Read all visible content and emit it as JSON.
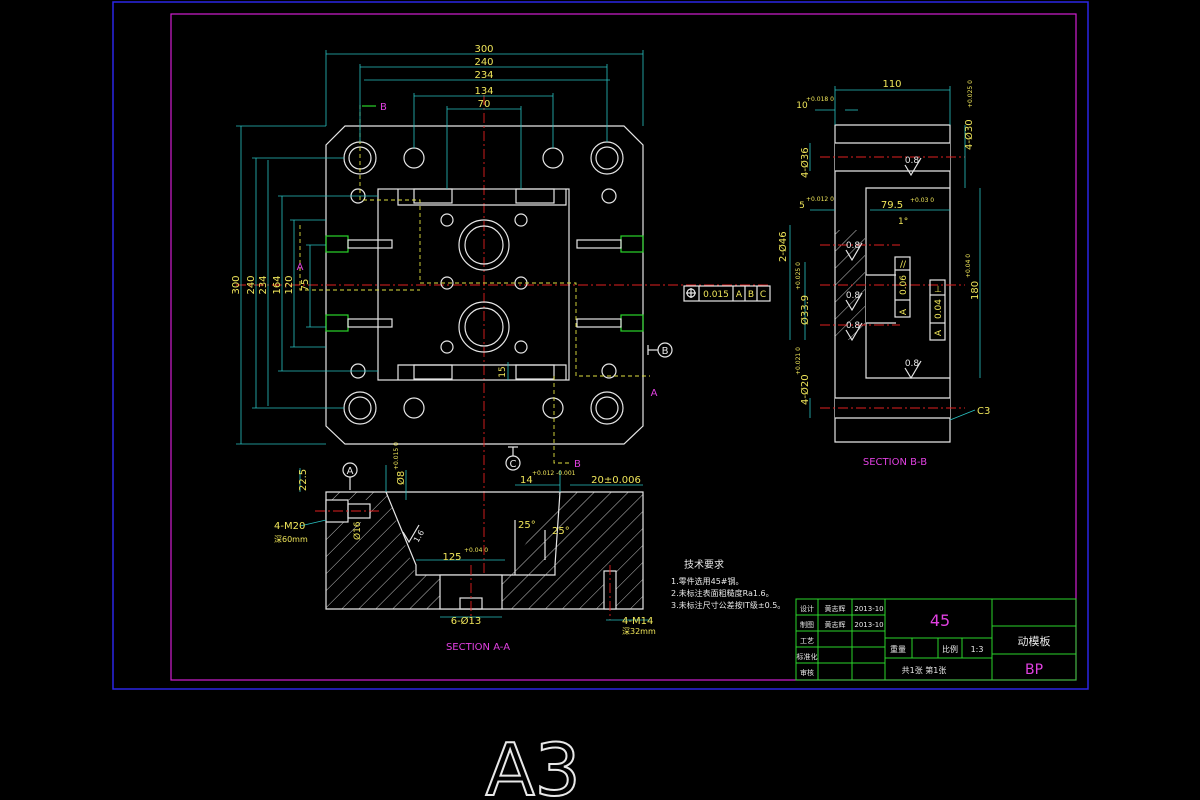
{
  "sheet": {
    "size_label": "A3"
  },
  "top_view": {
    "dims_top": [
      "300",
      "240",
      "234",
      "134",
      "70"
    ],
    "dims_left": [
      "300",
      "240",
      "234",
      "164",
      "120",
      "75"
    ],
    "dim_15": "15",
    "markers": {
      "b_top": "B",
      "b_bottom": "B",
      "a_left": "A",
      "a_right": "A",
      "datum_b": "B",
      "datum_c": "C"
    }
  },
  "section_aa": {
    "label": "SECTION A-A",
    "datum_a": "A",
    "dim_225": "22.5",
    "dim_phi8": "Ø8",
    "tol_phi8": "+0.015 0",
    "dim_14": "14",
    "tol_14": "+0.012 -0.001",
    "dim_20": "20±0.006",
    "thread_m20": "4-M20",
    "depth_m20": "深60mm",
    "dim_phi16": "Ø16",
    "angle_25a": "25°",
    "angle_25b": "25°",
    "dim_125": "125",
    "tol_125": "+0.04 0",
    "dim_6_phi13": "6-Ø13",
    "thread_m14": "4-M14",
    "depth_m14": "深32mm",
    "roughness_16": "1.6"
  },
  "section_bb": {
    "label": "SECTION B-B",
    "dim_110": "110",
    "dim_10": "10",
    "tol_10": "+0.018 0",
    "dim_4phi30": "4-Ø30",
    "tol_4phi30": "+0.025 0",
    "dim_4phi36": "4-Ø36",
    "dim_5": "5",
    "tol_5": "+0.012 0",
    "dim_795": "79.5",
    "tol_795": "+0.03 0",
    "angle_1": "1°",
    "dim_2phi46": "2-Ø46",
    "dim_phi339": "Ø33.9",
    "tol_phi339": "+0.025 0",
    "dim_180": "180",
    "tol_180": "+0.04 0",
    "dim_4phi20": "4-Ø20",
    "tol_4phi20": "+0.021 0",
    "roughness": [
      "0.8",
      "0.8",
      "0.8",
      "0.8",
      "0.8"
    ],
    "par_tol": "0.06",
    "par_datum": "A",
    "perp_tol": "0.04",
    "perp_datum": "A",
    "chamfer": "C3",
    "position_tolerance": {
      "value": "0.015",
      "datums": [
        "A",
        "B",
        "C"
      ]
    }
  },
  "notes": {
    "title": "技术要求",
    "items": [
      "1.零件选用45#钢。",
      "2.未标注表面粗糙度Ra1.6。",
      "3.未标注尺寸公差按IT级±0.5。"
    ]
  },
  "title_block": {
    "left_rows": [
      {
        "role": "设计",
        "name": "黄志辉",
        "date": "2013-10"
      },
      {
        "role": "制图",
        "name": "黄志辉",
        "date": "2013-10"
      },
      {
        "role": "工艺",
        "name": "",
        "date": ""
      },
      {
        "role": "标准化",
        "name": "",
        "date": ""
      },
      {
        "role": "审核",
        "name": "",
        "date": ""
      }
    ],
    "material": "45",
    "weight_label": "重量",
    "scale_label": "比例",
    "scale_value": "1:3",
    "sheets": "共1张 第1张",
    "part_name": "动模板",
    "part_code": "BP"
  }
}
